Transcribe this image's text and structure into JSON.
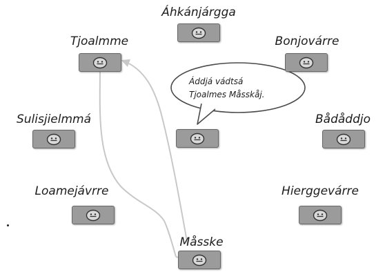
{
  "diagram": {
    "nodes": [
      {
        "id": "ahkanjargga",
        "label": "Áhkánjárgga"
      },
      {
        "id": "tjoalmme",
        "label": "Tjoalmme"
      },
      {
        "id": "bonjovarre",
        "label": "Bonjovárre"
      },
      {
        "id": "sulisjielmma",
        "label": "Sulisjielmmá"
      },
      {
        "id": "center",
        "label": ""
      },
      {
        "id": "baddaddjo",
        "label": "Bådåddjo"
      },
      {
        "id": "loamejavrre",
        "label": "Loamejávrre"
      },
      {
        "id": "hierggevarre",
        "label": "Hierggevárre"
      },
      {
        "id": "masske",
        "label": "Måsske"
      }
    ],
    "speech_bubble": {
      "line1": "Áddjá vádtsá",
      "line2": "Tjoalmes Måsskåj."
    },
    "colors": {
      "box_fill": "#9b9b9b",
      "box_border": "#666666",
      "face_fill": "#d9d9d9",
      "path_color": "#c8c8c8",
      "text": "#1c1c1c"
    },
    "icon": "smiley-face-icon"
  }
}
